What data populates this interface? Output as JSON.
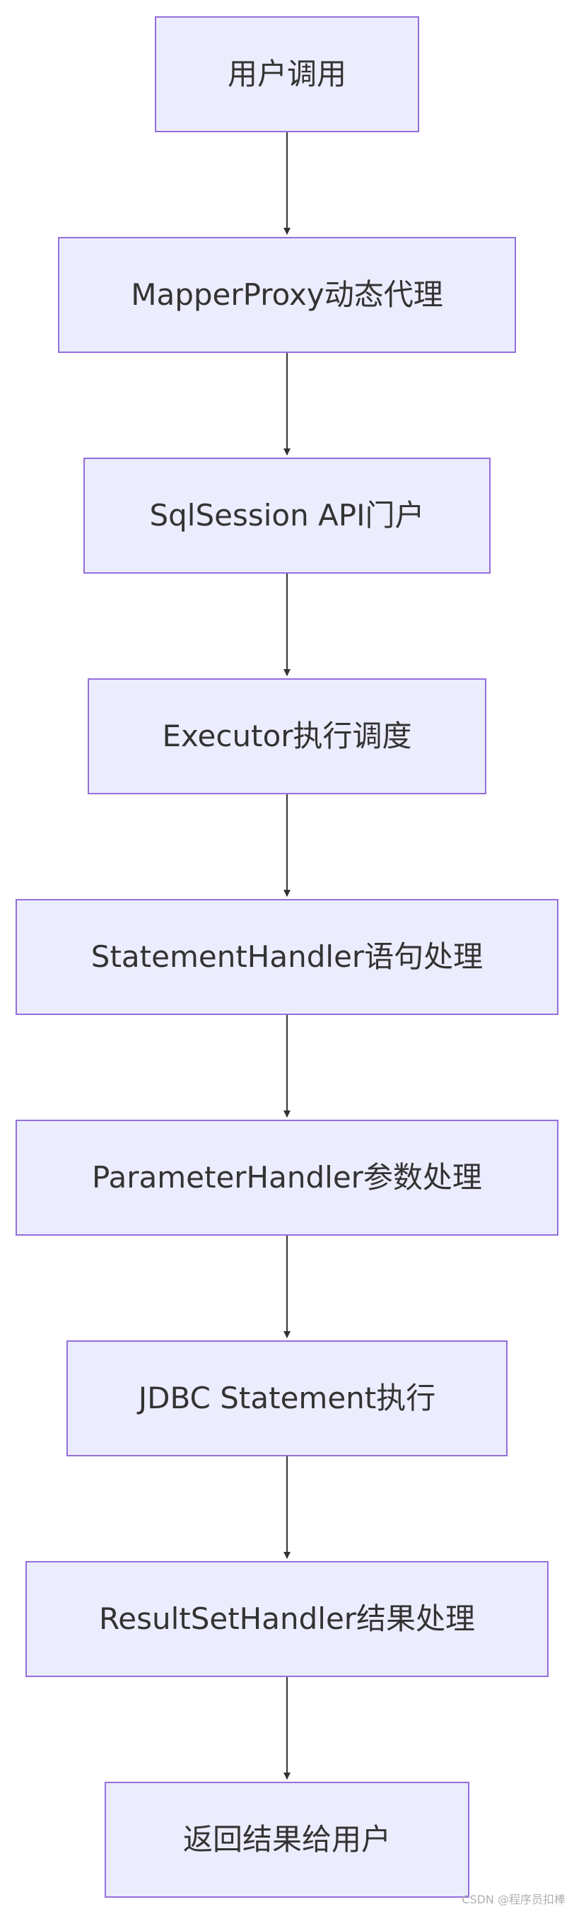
{
  "diagram": {
    "nodes": [
      {
        "label": "用户调用"
      },
      {
        "label": "MapperProxy动态代理"
      },
      {
        "label": "SqlSession API门户"
      },
      {
        "label": "Executor执行调度"
      },
      {
        "label": "StatementHandler语句处理"
      },
      {
        "label": "ParameterHandler参数处理"
      },
      {
        "label": "JDBC Statement执行"
      },
      {
        "label": "ResultSetHandler结果处理"
      },
      {
        "label": "返回结果给用户"
      }
    ]
  },
  "watermark": "CSDN @程序员扣棒",
  "colors": {
    "node_fill": "#ececff",
    "node_border": "#9370db",
    "text": "#333333",
    "edge": "#333333"
  }
}
